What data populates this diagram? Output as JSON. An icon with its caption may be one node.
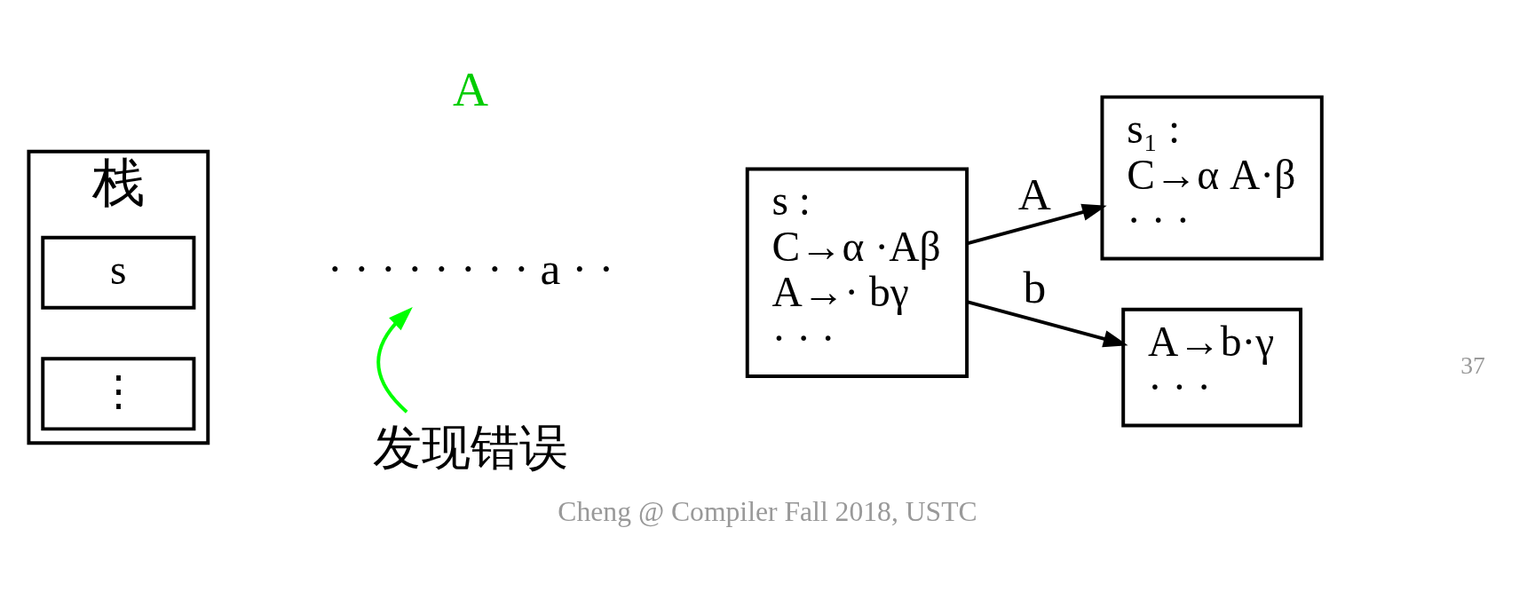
{
  "diagram": {
    "caption": "Cheng @ Compiler Fall 2018, USTC",
    "nodes": [
      {
        "text": [
          "栈"
        ]
      },
      {
        "text": [
          "s"
        ],
        "in": 0
      },
      {
        "text": [
          "⋮"
        ],
        "in": 0
      },
      {
        "text": [
          "· · · · · · · · a · ·"
        ]
      },
      {
        "text": [
          "发现错误"
        ]
      },
      {
        "text": [
          "s :",
          "C→α ·Aβ",
          "A→· bγ",
          "· · ·"
        ]
      },
      {
        "text": [
          "s₁ :",
          "C→α A·β",
          "· · ·"
        ]
      },
      {
        "text": [
          "A→b·γ",
          "· · ·"
        ]
      }
    ],
    "edges": [
      {
        "from": 4,
        "to": 3,
        "arrow": "to",
        "color": "#00ff00"
      },
      {
        "from": 5,
        "to": 6,
        "arrow": "to",
        "label": "A"
      },
      {
        "from": 5,
        "to": 7,
        "arrow": "to",
        "label": "b"
      }
    ],
    "labels": [
      "A",
      "37"
    ]
  }
}
